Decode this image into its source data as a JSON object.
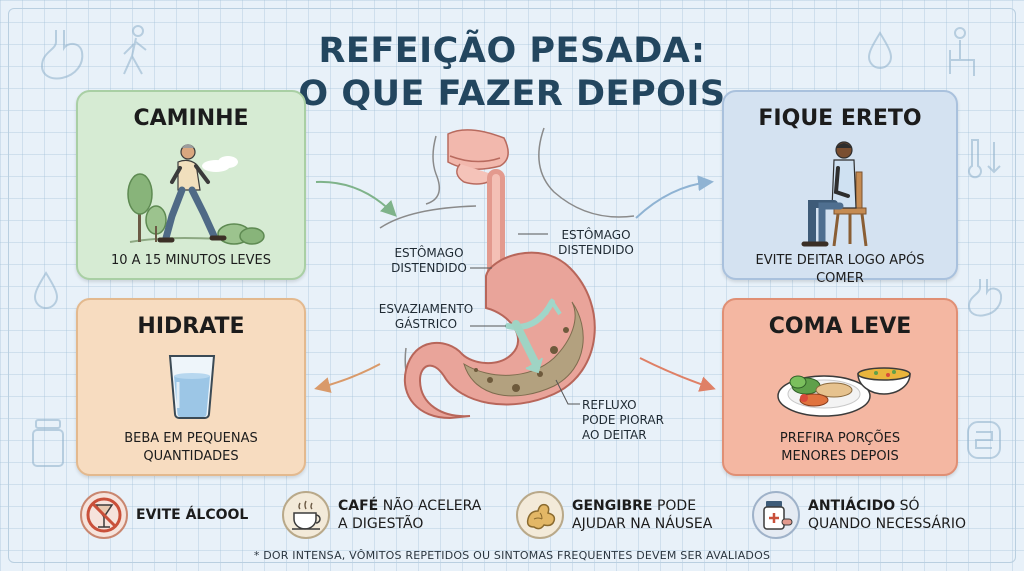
{
  "title": {
    "line1": "REFEIÇÃO PESADA:",
    "line2": "O QUE FAZER DEPOIS"
  },
  "cards": {
    "walk": {
      "heading": "CAMINHE",
      "caption": "10 A 15 MINUTOS LEVES"
    },
    "hydrate": {
      "heading": "HIDRATE",
      "caption_line1": "BEBA EM PEQUENAS",
      "caption_line2": "QUANTIDADES"
    },
    "upright": {
      "heading": "FIQUE ERETO",
      "caption": "EVITE DEITAR LOGO APÓS COMER"
    },
    "light": {
      "heading": "COMA LEVE",
      "caption_line1": "PREFIRA PORÇÕES",
      "caption_line2": "MENORES DEPOIS"
    }
  },
  "anatomy": {
    "left_label_line1": "ESTÔMAGO",
    "left_label_line2": "DISTENDIDO",
    "right_label_line1": "ESTÔMAGO",
    "right_label_line2": "DISTENDIDO",
    "emptying_line1": "ESVAZIAMENTO",
    "emptying_line2": "GÁSTRICO",
    "reflux_line1": "REFLUXO",
    "reflux_line2": "PODE PIORAR",
    "reflux_line3": "AO DEITAR"
  },
  "tips": {
    "alcohol": {
      "bold": "EVITE ÁLCOOL",
      "icon": "no-alcohol-icon"
    },
    "coffee": {
      "bold": "CAFÉ",
      "rest_line1": " NÃO ACELERA",
      "rest_line2": "A DIGESTÃO",
      "icon": "coffee-cup-icon"
    },
    "ginger": {
      "bold": "GENGIBRE",
      "rest_line1": " PODE",
      "rest_line2": "AJUDAR NA NÁUSEA",
      "icon": "ginger-root-icon"
    },
    "antacid": {
      "bold": "ANTIÁCIDO",
      "rest_line1": " SÓ",
      "rest_line2": "QUANDO NECESSÁRIO",
      "icon": "medicine-bottle-icon"
    }
  },
  "footnote": "* DOR INTENSA, VÔMITOS REPETIDOS OU SINTOMAS FREQUENTES DEVEM SER AVALIADOS",
  "colors": {
    "background": "#e8f1f9",
    "title": "#23465f",
    "walk_card": "#d6ebd3",
    "hydrate_card": "#f7dcc0",
    "upright_card": "#d4e2f1",
    "light_card": "#f4b7a2",
    "stomach": "#e9a49a"
  }
}
